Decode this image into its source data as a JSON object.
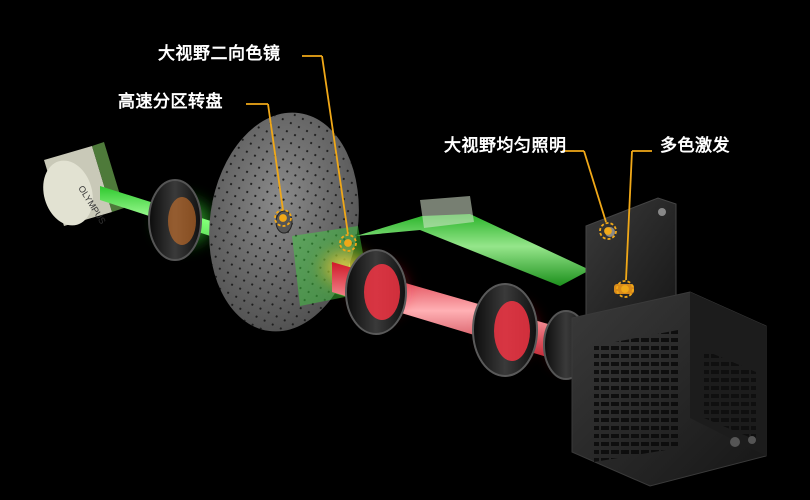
{
  "labels": {
    "dichroic": "大视野二向色镜",
    "disk": "高速分区转盘",
    "uniform": "大视野均匀照明",
    "laser": "多色激发"
  },
  "objective_text": "OLYMPUS",
  "colors": {
    "background": "#000000",
    "callout": "#f0a818",
    "excitation_beam": "#39ff3a",
    "emission_beam": "#ff3040",
    "label_text": "#ffffff"
  }
}
